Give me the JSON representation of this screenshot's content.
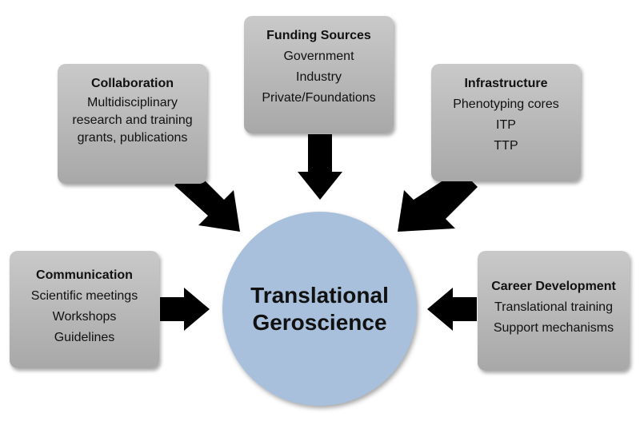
{
  "center": {
    "line1": "Translational",
    "line2": "Geroscience",
    "color": "#a8c0dc"
  },
  "funding": {
    "title": "Funding Sources",
    "items": [
      "Government",
      "Industry",
      "Private/Foundations"
    ]
  },
  "collaboration": {
    "title": "Collaboration",
    "items": [
      "Multidisciplinary",
      "research and training",
      "grants, publications"
    ]
  },
  "infrastructure": {
    "title": "Infrastructure",
    "items": [
      "Phenotyping cores",
      "ITP",
      "TTP"
    ]
  },
  "communication": {
    "title": "Communication",
    "items": [
      "Scientific meetings",
      "Workshops",
      "Guidelines"
    ]
  },
  "career": {
    "title": "Career Development",
    "items": [
      "Translational training",
      "Support mechanisms"
    ]
  },
  "colors": {
    "box": "#b3b3b3",
    "arrow": "#000000"
  }
}
